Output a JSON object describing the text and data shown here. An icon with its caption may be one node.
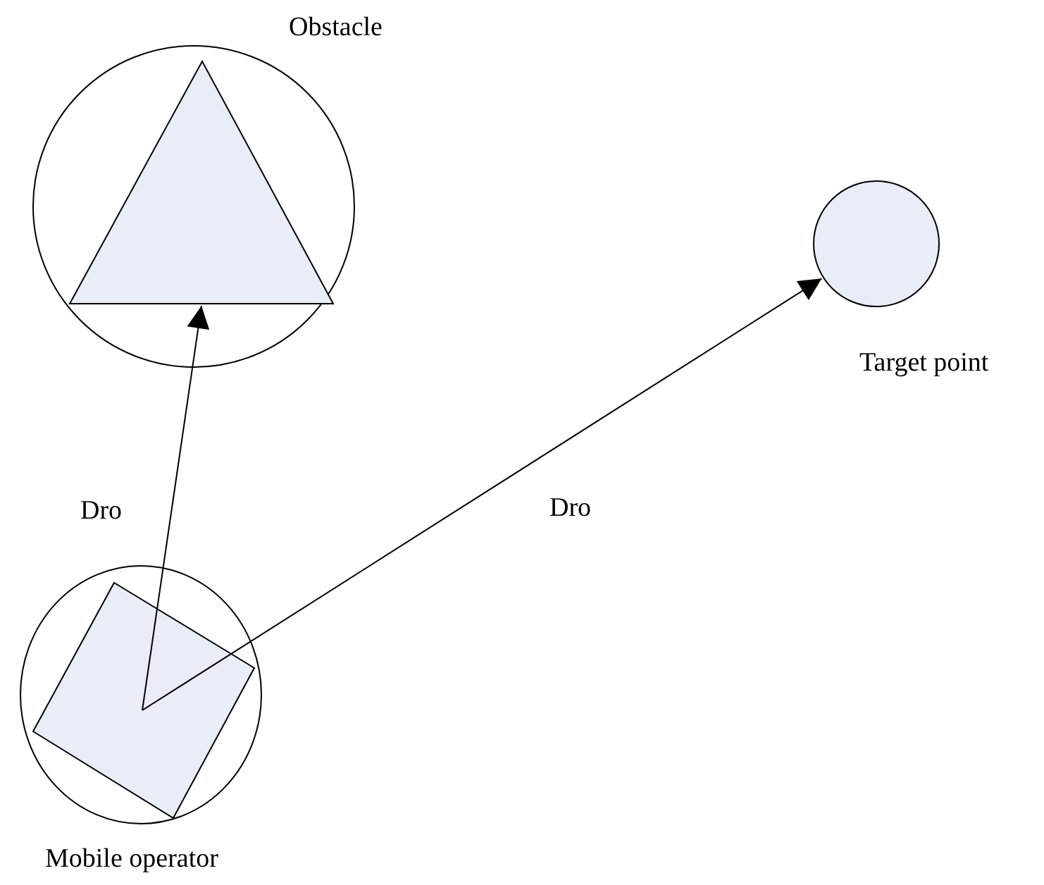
{
  "diagram": {
    "nodes": [
      {
        "text": [
          "Obstacle"
        ]
      },
      {
        "text": [],
        "shape": "triangle",
        "in": 0
      },
      {
        "text": [
          "Target point"
        ]
      },
      {
        "text": [
          "Mobile operator"
        ]
      },
      {
        "text": [],
        "shape": "box",
        "in": 3
      }
    ],
    "edges": [
      {
        "from": 4,
        "to": 1,
        "arrow": "to",
        "label": "Dro"
      },
      {
        "from": 4,
        "to": 2,
        "arrow": "to",
        "label": "Dro"
      }
    ]
  }
}
